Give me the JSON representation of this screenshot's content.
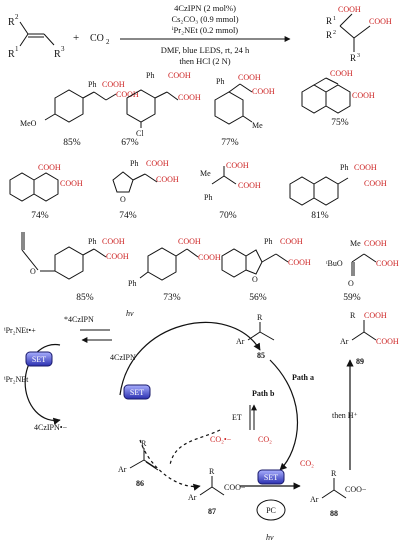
{
  "reaction": {
    "reactant_labels": [
      "R",
      "R",
      "R"
    ],
    "reactant_superscripts": [
      "2",
      "1",
      "3"
    ],
    "plus": "+",
    "co2": "CO",
    "co2_sub": "2",
    "conditions": [
      "4CzIPN (2 mol%)",
      "Cs₂CO₃ (0.9 mmol)",
      "ⁱPr₂NEt (0.2 mmol)",
      "DMF, blue LEDS, rt, 24 h",
      "then HCl (2 N)"
    ],
    "product_groups": [
      "COOH",
      "COOH"
    ],
    "product_r": [
      "R",
      "R",
      "R"
    ],
    "product_r_sup": [
      "1",
      "2",
      "3"
    ]
  },
  "products": [
    {
      "yield": "85%"
    },
    {
      "yield": "67%"
    },
    {
      "yield": "77%"
    },
    {
      "yield": "75%"
    },
    {
      "yield": "74%"
    },
    {
      "yield": "74%"
    },
    {
      "yield": "70%"
    },
    {
      "yield": "81%"
    },
    {
      "yield": "85%"
    },
    {
      "yield": "73%"
    },
    {
      "yield": "56%"
    },
    {
      "yield": "59%"
    }
  ],
  "substituents": {
    "meo": "MeO",
    "cl": "Cl",
    "me": "Me",
    "ph": "Ph",
    "cooh": "COOH",
    "tbuo": "ᵗBuO",
    "o": "O"
  },
  "mechanism": {
    "ipr2net_radical_cation": "ⁱPr₂NEt•+",
    "ipr2net": "ⁱPr₂NEt",
    "star_cz": "*4CzIPN",
    "hv": "hv",
    "cz": "4CzIPN",
    "cz_anion": "4CzIPN•−",
    "set": "SET",
    "path_b": "Path b",
    "path_a": "Path a",
    "et": "ET",
    "co2_radical_anion": "CO₂•−",
    "co2": "CO₂",
    "then_h": "then H⁺",
    "pc": "PC",
    "hv2": "hv",
    "ar": "Ar",
    "r": "R",
    "coo_minus": "COO−",
    "cooh": "COOH",
    "compounds": [
      "85",
      "86",
      "87",
      "88",
      "89"
    ]
  }
}
